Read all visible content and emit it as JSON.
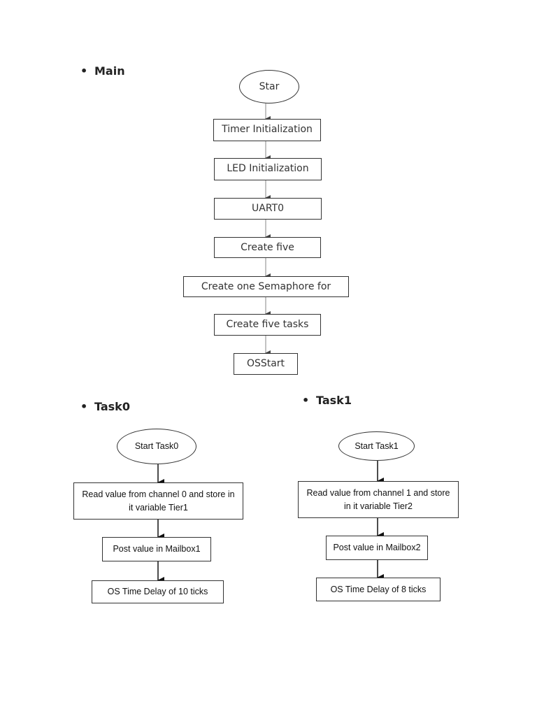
{
  "sections": {
    "main": {
      "heading": "Main",
      "bullet": "•",
      "nodes": [
        "Star",
        "Timer Initialization",
        "LED Initialization",
        "UART0",
        "Create five",
        "Create one Semaphore for",
        "Create five tasks",
        "OSStart"
      ]
    },
    "task0": {
      "heading": "Task0",
      "bullet": "•",
      "nodes": [
        "Start Task0",
        "Read value from channel 0 and store in it variable Tier1",
        "Post value in Mailbox1",
        "OS Time Delay of 10 ticks"
      ]
    },
    "task1": {
      "heading": "Task1",
      "bullet": "•",
      "nodes": [
        "Start Task1",
        "Read value from channel 1 and store in it variable Tier2",
        "Post value in Mailbox2",
        "OS Time Delay of 8 ticks"
      ]
    }
  },
  "colors": {
    "main_arrow": "#999999",
    "task_arrow": "#111111",
    "border": "#333333"
  }
}
